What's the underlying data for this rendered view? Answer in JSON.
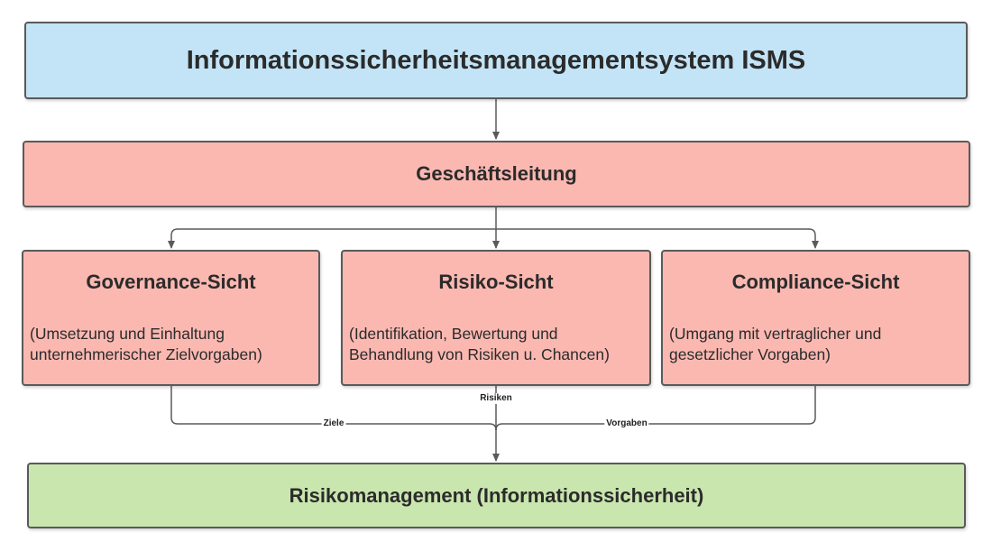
{
  "diagram": {
    "isms": {
      "label": "Informationssicherheitsmanagementsystem ISMS"
    },
    "management": {
      "label": "Geschäftsleitung"
    },
    "views": [
      {
        "title": "Governance-Sicht",
        "desc_line1": "(Umsetzung und Einhaltung",
        "desc_line2": "unternehmerischer Zielvorgaben)"
      },
      {
        "title": "Risiko-Sicht",
        "desc_line1": "(Identifikation, Bewertung und",
        "desc_line2": "Behandlung von Risiken u. Chancen)"
      },
      {
        "title": "Compliance-Sicht",
        "desc_line1": "(Umgang mit vertraglicher und",
        "desc_line2": "gesetzlicher Vorgaben)"
      }
    ],
    "risk_management": {
      "label": "Risikomanagement (Informationssicherheit)"
    },
    "edge_labels": {
      "ziele": "Ziele",
      "risiken": "Risiken",
      "vorgaben": "Vorgaben"
    }
  },
  "colors": {
    "isms_fill": "#c3e4f6",
    "management_fill": "#fbb8b1",
    "views_fill": "#fbb8b1",
    "risk_management_fill": "#c9e6ae",
    "connector": "#5a5a5a"
  }
}
